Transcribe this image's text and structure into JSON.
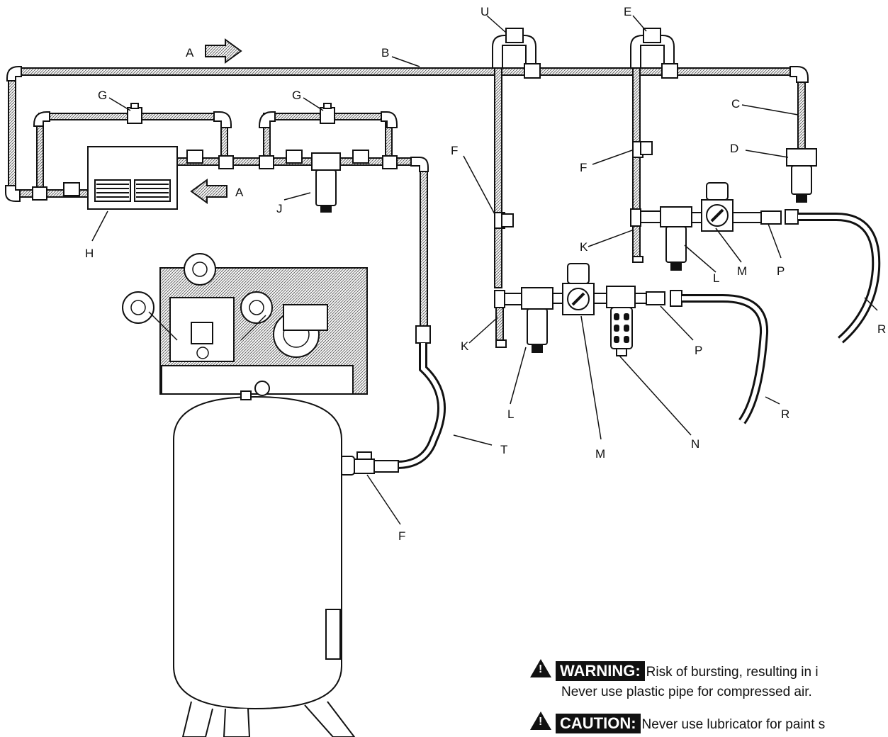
{
  "labels": {
    "A_top": "A",
    "B": "B",
    "U": "U",
    "E": "E",
    "C": "C",
    "D": "D",
    "G_left": "G",
    "G_right": "G",
    "F_mid": "F",
    "F_right": "F",
    "F_bottom": "F",
    "A_side": "A",
    "H": "H",
    "J": "J",
    "K_right": "K",
    "L_right": "L",
    "M_right": "M",
    "P_right": "P",
    "R_right": "R",
    "K_left": "K",
    "L_left": "L",
    "M_left": "M",
    "N": "N",
    "P_left": "P",
    "R_left": "R",
    "T": "T"
  },
  "warning": {
    "badge": "WARNING:",
    "line1": "Risk of bursting, resulting in i",
    "line2": "Never use plastic pipe for compressed air."
  },
  "caution": {
    "badge": "CAUTION:",
    "line1": "Never use lubricator for paint s"
  },
  "icons": {
    "alert": "alert-triangle-icon"
  },
  "colors": {
    "ink": "#111111",
    "paper": "#ffffff",
    "pipe_fill": "#e9e9e9"
  }
}
